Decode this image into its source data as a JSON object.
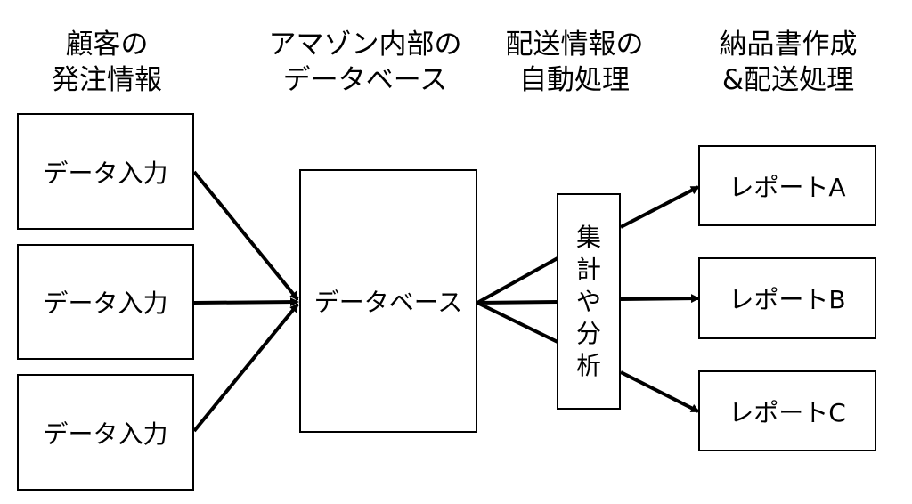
{
  "headers": {
    "customer": [
      "顧客の",
      "発注情報"
    ],
    "database": [
      "アマゾン内部の",
      "データベース"
    ],
    "shipping": [
      "配送情報の",
      "自動処理"
    ],
    "invoice": [
      "納品書作成",
      "&配送処理"
    ]
  },
  "inputs": [
    "データ入力",
    "データ入力",
    "データ入力"
  ],
  "database_label": "データベース",
  "analysis_label": [
    "集",
    "計",
    "や",
    "分",
    "析"
  ],
  "reports": [
    "レポートA",
    "レポートB",
    "レポートC"
  ],
  "colors": {
    "line": "#000000",
    "background": "#ffffff"
  }
}
